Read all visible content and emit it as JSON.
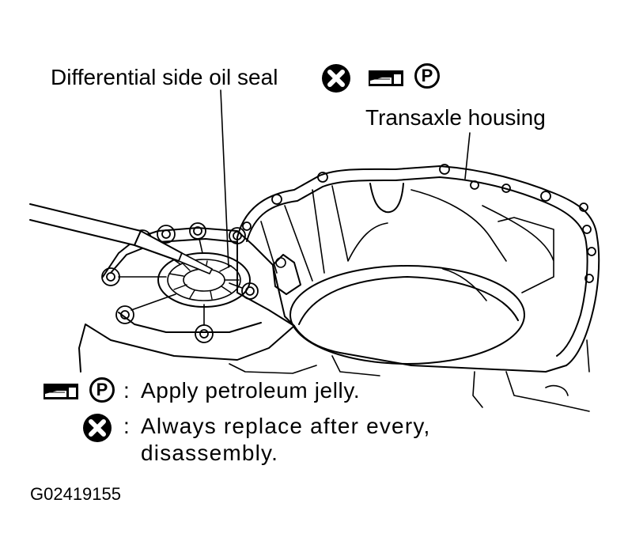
{
  "labels": {
    "oil_seal": "Differential side oil seal",
    "housing": "Transaxle housing"
  },
  "legend": {
    "petroleum_colon": ":",
    "petroleum_text": "Apply petroleum jelly.",
    "replace_colon": ":",
    "replace_text_line1": "Always replace after every,",
    "replace_text_line2": "disassembly."
  },
  "symbols": {
    "petroleum_letter": "P"
  },
  "figure_code": "G02419155",
  "colors": {
    "ink": "#000000",
    "paper": "#ffffff"
  }
}
